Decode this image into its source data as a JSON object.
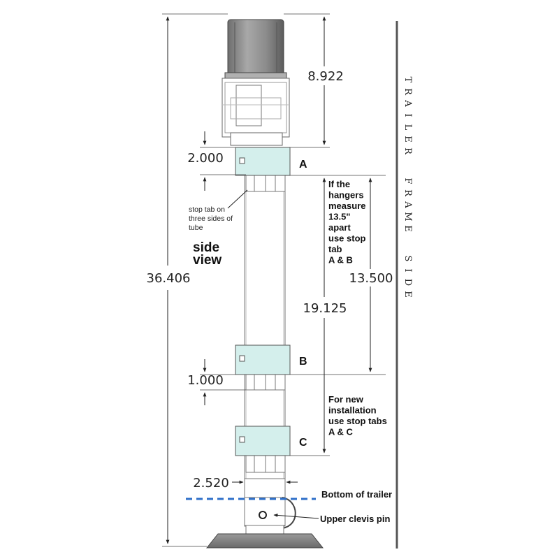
{
  "dimensions": {
    "overall_height": "36.406",
    "motor_height": "8.922",
    "top_gap": "2.000",
    "hanger_spacing": "13.500",
    "tab_a_to_c": "19.125",
    "lower_gap": "1.000",
    "tube_width": "2.520"
  },
  "tabs": {
    "a": "A",
    "b": "B",
    "c": "C"
  },
  "labels": {
    "side_view_line1": "side",
    "side_view_line2": "view",
    "stop_tab_note": [
      "stop tab on",
      "three sides of",
      "tube"
    ],
    "hangers_note": [
      "If the",
      "hangers",
      "measure",
      "13.5\"",
      "apart",
      "use stop",
      "tab",
      "A & B"
    ],
    "new_install_note": [
      "For new",
      "installation",
      "use stop tabs",
      "A & C"
    ],
    "bottom_of_trailer": "Bottom of trailer",
    "upper_clevis_pin": "Upper clevis pin",
    "trailer_frame_side": [
      "T",
      "R",
      "A",
      "I",
      "L",
      "E",
      "R",
      "F",
      "R",
      "A",
      "M",
      "E",
      "S",
      "I",
      "D",
      "E"
    ]
  },
  "colors": {
    "stop_tab_fill": "#d4efec",
    "trailer_line": "#2e6fc9",
    "motor_top": "#8e8e8e",
    "base_plate": "#8a8a8a",
    "frame_line": "#555555"
  }
}
